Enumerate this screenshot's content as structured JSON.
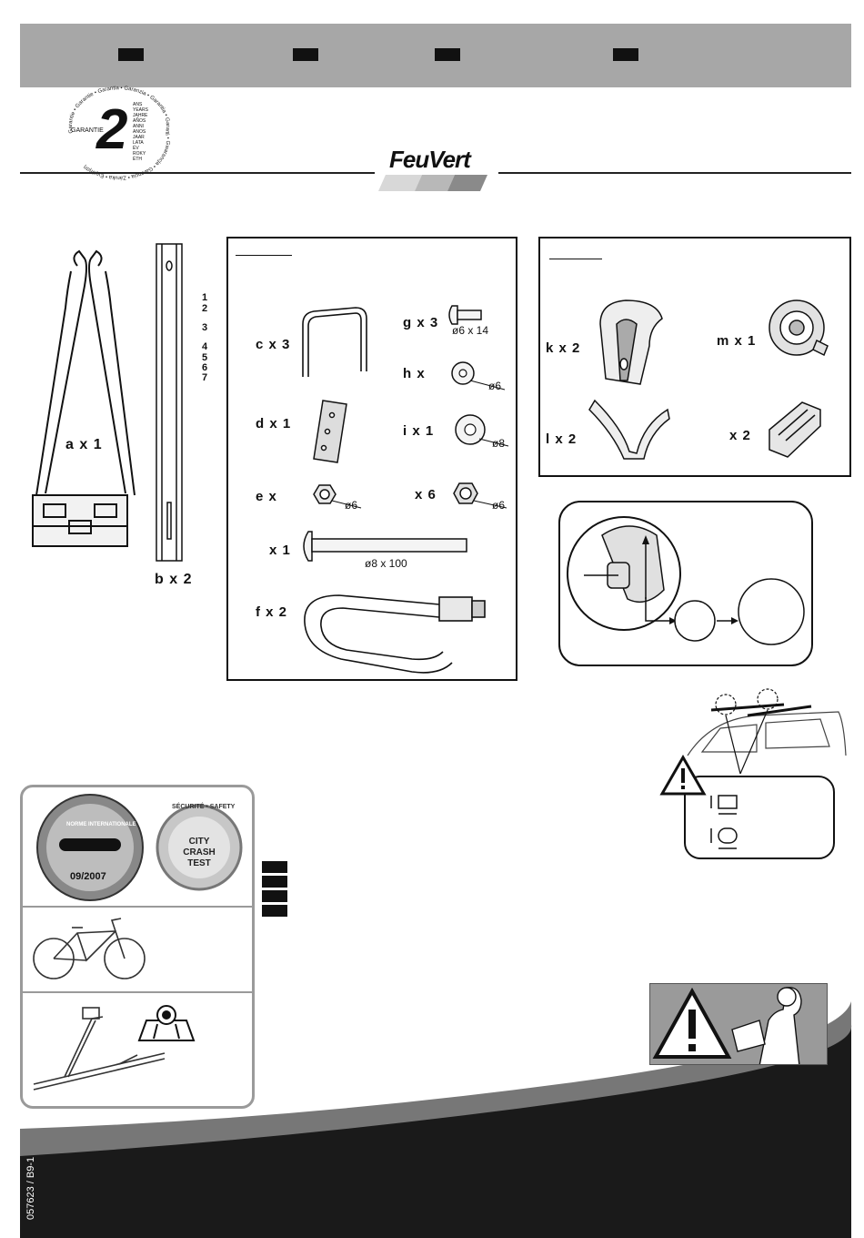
{
  "header": {
    "lang_chips": [
      "",
      "",
      "",
      ""
    ]
  },
  "guarantee_badge": {
    "number": "2",
    "label": "GARANTIE",
    "years_words": [
      "ANS",
      "YEARS",
      "JAHRE",
      "AÑOS",
      "ANNI",
      "ANOS",
      "JAAR",
      "LATA",
      "ÉV",
      "ROKY",
      "ÉTH"
    ],
    "ring_text": "Garantie • Garantie • Garantia • Garanzia • Garantia • Garanti • Gwarancja • Garancia • Záruka • Εγγύηση"
  },
  "brand": {
    "logo_text": "FeuVert",
    "stripe_colors": [
      "#d8d8d8",
      "#b8b8b8",
      "#8a8a8a"
    ]
  },
  "parts_left": {
    "a": "a x 1",
    "b": "b x 2",
    "hole_numbers": [
      "1",
      "2",
      "3",
      "4",
      "5",
      "6",
      "7"
    ]
  },
  "parts_box1": {
    "title": "",
    "c": "c x 3",
    "d": "d x 1",
    "e": "e x",
    "e_dim": "ø6",
    "g": "g x 3",
    "g_dim": "ø6 x 14",
    "h": "h x",
    "h_dim": "ø6",
    "i": "i x 1",
    "i_dim": "ø8",
    "j": "x 6",
    "j_dim": "ø6",
    "bolt": "x 1",
    "bolt_dim": "ø8 x 100",
    "f": "f x 2"
  },
  "parts_box2": {
    "title": "",
    "k": "k x 2",
    "l": "l x 2",
    "m": "m x 1",
    "n": "x 2"
  },
  "footer": {
    "reference": "057623 / B9-1"
  },
  "certification": {
    "seal_left_year": "09/2007",
    "seal_left_title": "NORME INTERNATIONALE",
    "seal_right_ring": "SÉCURITÉ • SAFETY",
    "seal_right_center": "CITY CRASH TEST"
  },
  "colors": {
    "header_gray": "#a7a7a7",
    "footer_black": "#1a1a1a",
    "warning_panel": "#9a9a9a"
  }
}
